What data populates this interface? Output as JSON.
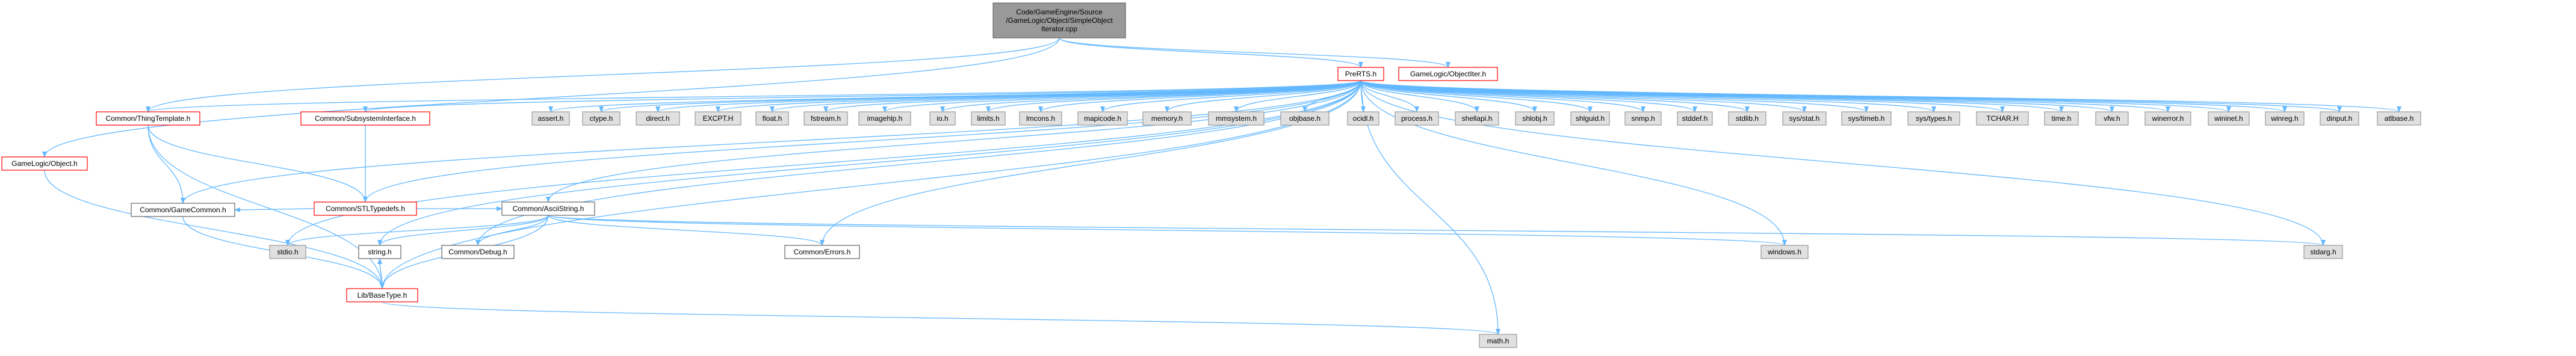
{
  "colors": {
    "edge": "#63b8ff",
    "arrow": "#63b8ff",
    "root_fill": "#999999",
    "root_border": "#666666",
    "red_border": "#ff0000",
    "black_border": "#666666",
    "gray_fill": "#e0e0e0",
    "gray_border": "#999999",
    "white_fill": "#ffffff"
  },
  "nodes": [
    {
      "id": "root",
      "lines": [
        "Code/GameEngine/Source",
        "/GameLogic/Object/SimpleObject",
        "Iterator.cpp"
      ],
      "style": "root"
    },
    {
      "id": "prerts",
      "lines": [
        "PreRTS.h"
      ],
      "style": "red"
    },
    {
      "id": "objiter",
      "lines": [
        "GameLogic/ObjectIter.h"
      ],
      "style": "red"
    },
    {
      "id": "gameobject",
      "lines": [
        "GameLogic/Object.h"
      ],
      "style": "red"
    },
    {
      "id": "thingtemplate",
      "lines": [
        "Common/ThingTemplate.h"
      ],
      "style": "red"
    },
    {
      "id": "subsysiface",
      "lines": [
        "Common/SubsystemInterface.h"
      ],
      "style": "red"
    },
    {
      "id": "stltypedefs",
      "lines": [
        "Common/STLTypedefs.h"
      ],
      "style": "red"
    },
    {
      "id": "gamecommon",
      "lines": [
        "Common/GameCommon.h"
      ],
      "style": "black"
    },
    {
      "id": "asciistring",
      "lines": [
        "Common/AsciiString.h"
      ],
      "style": "black"
    },
    {
      "id": "stdio",
      "lines": [
        "stdio.h"
      ],
      "style": "gray"
    },
    {
      "id": "stringh",
      "lines": [
        "string.h"
      ],
      "style": "black"
    },
    {
      "id": "debug",
      "lines": [
        "Common/Debug.h"
      ],
      "style": "black"
    },
    {
      "id": "errors",
      "lines": [
        "Common/Errors.h"
      ],
      "style": "black"
    },
    {
      "id": "windows",
      "lines": [
        "windows.h"
      ],
      "style": "gray"
    },
    {
      "id": "stdarg",
      "lines": [
        "stdarg.h"
      ],
      "style": "gray"
    },
    {
      "id": "basetype",
      "lines": [
        "Lib/BaseType.h"
      ],
      "style": "red"
    },
    {
      "id": "math",
      "lines": [
        "math.h"
      ],
      "style": "gray"
    },
    {
      "id": "h_assert",
      "lines": [
        "assert.h"
      ],
      "style": "gray"
    },
    {
      "id": "h_ctype",
      "lines": [
        "ctype.h"
      ],
      "style": "gray"
    },
    {
      "id": "h_direct",
      "lines": [
        "direct.h"
      ],
      "style": "gray"
    },
    {
      "id": "h_excpt",
      "lines": [
        "EXCPT.H"
      ],
      "style": "gray"
    },
    {
      "id": "h_float",
      "lines": [
        "float.h"
      ],
      "style": "gray"
    },
    {
      "id": "h_fstream",
      "lines": [
        "fstream.h"
      ],
      "style": "gray"
    },
    {
      "id": "h_imagehlp",
      "lines": [
        "imagehlp.h"
      ],
      "style": "gray"
    },
    {
      "id": "h_io",
      "lines": [
        "io.h"
      ],
      "style": "gray"
    },
    {
      "id": "h_limits",
      "lines": [
        "limits.h"
      ],
      "style": "gray"
    },
    {
      "id": "h_lmcons",
      "lines": [
        "lmcons.h"
      ],
      "style": "gray"
    },
    {
      "id": "h_mapicode",
      "lines": [
        "mapicode.h"
      ],
      "style": "gray"
    },
    {
      "id": "h_memory",
      "lines": [
        "memory.h"
      ],
      "style": "gray"
    },
    {
      "id": "h_mmsystem",
      "lines": [
        "mmsystem.h"
      ],
      "style": "gray"
    },
    {
      "id": "h_objbase",
      "lines": [
        "objbase.h"
      ],
      "style": "gray"
    },
    {
      "id": "h_ocidl",
      "lines": [
        "ocidl.h"
      ],
      "style": "gray"
    },
    {
      "id": "h_process",
      "lines": [
        "process.h"
      ],
      "style": "gray"
    },
    {
      "id": "h_shellapi",
      "lines": [
        "shellapi.h"
      ],
      "style": "gray"
    },
    {
      "id": "h_shlobj",
      "lines": [
        "shlobj.h"
      ],
      "style": "gray"
    },
    {
      "id": "h_shlguid",
      "lines": [
        "shlguid.h"
      ],
      "style": "gray"
    },
    {
      "id": "h_snmp",
      "lines": [
        "snmp.h"
      ],
      "style": "gray"
    },
    {
      "id": "h_stddef",
      "lines": [
        "stddef.h"
      ],
      "style": "gray"
    },
    {
      "id": "h_stdlib",
      "lines": [
        "stdlib.h"
      ],
      "style": "gray"
    },
    {
      "id": "h_sysstat",
      "lines": [
        "sys/stat.h"
      ],
      "style": "gray"
    },
    {
      "id": "h_systimeb",
      "lines": [
        "sys/timeb.h"
      ],
      "style": "gray"
    },
    {
      "id": "h_systypes",
      "lines": [
        "sys/types.h"
      ],
      "style": "gray"
    },
    {
      "id": "h_tchar",
      "lines": [
        "TCHAR.H"
      ],
      "style": "gray"
    },
    {
      "id": "h_time",
      "lines": [
        "time.h"
      ],
      "style": "gray"
    },
    {
      "id": "h_vfw",
      "lines": [
        "vfw.h"
      ],
      "style": "gray"
    },
    {
      "id": "h_winerror",
      "lines": [
        "winerror.h"
      ],
      "style": "gray"
    },
    {
      "id": "h_wininet",
      "lines": [
        "wininet.h"
      ],
      "style": "gray"
    },
    {
      "id": "h_winreg",
      "lines": [
        "winreg.h"
      ],
      "style": "gray"
    },
    {
      "id": "h_dinput",
      "lines": [
        "dinput.h"
      ],
      "style": "gray"
    },
    {
      "id": "h_atlbase",
      "lines": [
        "atlbase.h"
      ],
      "style": "gray"
    }
  ],
  "edges": [
    [
      "root",
      "prerts"
    ],
    [
      "root",
      "objiter"
    ],
    [
      "root",
      "gameobject"
    ],
    [
      "root",
      "thingtemplate"
    ],
    [
      "prerts",
      "h_assert"
    ],
    [
      "prerts",
      "h_ctype"
    ],
    [
      "prerts",
      "h_direct"
    ],
    [
      "prerts",
      "h_excpt"
    ],
    [
      "prerts",
      "h_float"
    ],
    [
      "prerts",
      "h_fstream"
    ],
    [
      "prerts",
      "h_imagehlp"
    ],
    [
      "prerts",
      "h_io"
    ],
    [
      "prerts",
      "h_limits"
    ],
    [
      "prerts",
      "h_lmcons"
    ],
    [
      "prerts",
      "h_mapicode"
    ],
    [
      "prerts",
      "h_memory"
    ],
    [
      "prerts",
      "h_mmsystem"
    ],
    [
      "prerts",
      "h_objbase"
    ],
    [
      "prerts",
      "h_ocidl"
    ],
    [
      "prerts",
      "h_process"
    ],
    [
      "prerts",
      "h_shellapi"
    ],
    [
      "prerts",
      "h_shlobj"
    ],
    [
      "prerts",
      "h_shlguid"
    ],
    [
      "prerts",
      "h_snmp"
    ],
    [
      "prerts",
      "h_stddef"
    ],
    [
      "prerts",
      "h_stdlib"
    ],
    [
      "prerts",
      "h_sysstat"
    ],
    [
      "prerts",
      "h_systimeb"
    ],
    [
      "prerts",
      "h_systypes"
    ],
    [
      "prerts",
      "h_tchar"
    ],
    [
      "prerts",
      "h_time"
    ],
    [
      "prerts",
      "h_vfw"
    ],
    [
      "prerts",
      "h_winerror"
    ],
    [
      "prerts",
      "h_wininet"
    ],
    [
      "prerts",
      "h_winreg"
    ],
    [
      "prerts",
      "h_dinput"
    ],
    [
      "prerts",
      "h_atlbase"
    ],
    [
      "prerts",
      "thingtemplate"
    ],
    [
      "prerts",
      "subsysiface"
    ],
    [
      "prerts",
      "stltypedefs"
    ],
    [
      "prerts",
      "gamecommon"
    ],
    [
      "prerts",
      "asciistring"
    ],
    [
      "prerts",
      "stdio"
    ],
    [
      "prerts",
      "stringh"
    ],
    [
      "prerts",
      "debug"
    ],
    [
      "prerts",
      "errors"
    ],
    [
      "prerts",
      "windows"
    ],
    [
      "prerts",
      "stdarg"
    ],
    [
      "prerts",
      "basetype"
    ],
    [
      "prerts",
      "math"
    ],
    [
      "gameobject",
      "basetype"
    ],
    [
      "thingtemplate",
      "gamecommon"
    ],
    [
      "thingtemplate",
      "stltypedefs"
    ],
    [
      "thingtemplate",
      "basetype"
    ],
    [
      "subsysiface",
      "stltypedefs"
    ],
    [
      "stltypedefs",
      "asciistring"
    ],
    [
      "stltypedefs",
      "gamecommon"
    ],
    [
      "gamecommon",
      "basetype"
    ],
    [
      "asciistring",
      "stdio"
    ],
    [
      "asciistring",
      "stringh"
    ],
    [
      "asciistring",
      "debug"
    ],
    [
      "asciistring",
      "errors"
    ],
    [
      "asciistring",
      "windows"
    ],
    [
      "asciistring",
      "stdarg"
    ],
    [
      "asciistring",
      "basetype"
    ],
    [
      "stringh",
      "basetype"
    ],
    [
      "basetype",
      "stringh"
    ],
    [
      "basetype",
      "math"
    ]
  ]
}
